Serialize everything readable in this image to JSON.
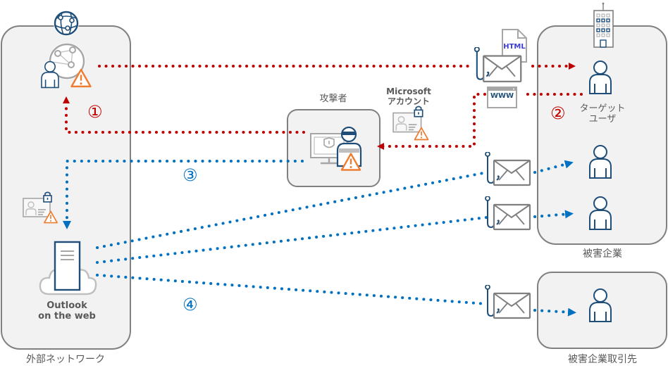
{
  "colors": {
    "red": "#c00000",
    "blue": "#0070c0",
    "navy": "#1f4e79",
    "orange": "#ed7d31",
    "gray": "#7f7f7f",
    "box_fill": "#f2f2f2",
    "text": "#595959"
  },
  "zones": {
    "external_network": {
      "label": "外部ネットワーク"
    },
    "victim_company": {
      "label": "被害企業"
    },
    "victim_partner": {
      "label": "被害企業取引先"
    }
  },
  "nodes": {
    "attacker": {
      "label": "攻撃者"
    },
    "microsoft_account": {
      "label": "Microsoft\nアカウント"
    },
    "target_user": {
      "label": "ターゲット\nユーザ"
    },
    "owa": {
      "label": "Outlook\non the web"
    },
    "html_attachment": {
      "label": "HTML"
    },
    "www_page": {
      "label": "WWW"
    }
  },
  "steps": [
    {
      "id": "1",
      "label": "①",
      "color": "red"
    },
    {
      "id": "2",
      "label": "②",
      "color": "red"
    },
    {
      "id": "3",
      "label": "③",
      "color": "blue"
    },
    {
      "id": "4",
      "label": "④",
      "color": "blue"
    }
  ],
  "icons": {
    "globe": "globe-network-icon",
    "building": "office-building-icon",
    "user": "user-icon",
    "warning": "warning-icon",
    "phishing_mail": "phishing-email-icon",
    "credential_card": "credential-card-icon",
    "server": "server-icon",
    "cloud": "cloud-icon",
    "hacker": "hacker-icon"
  }
}
